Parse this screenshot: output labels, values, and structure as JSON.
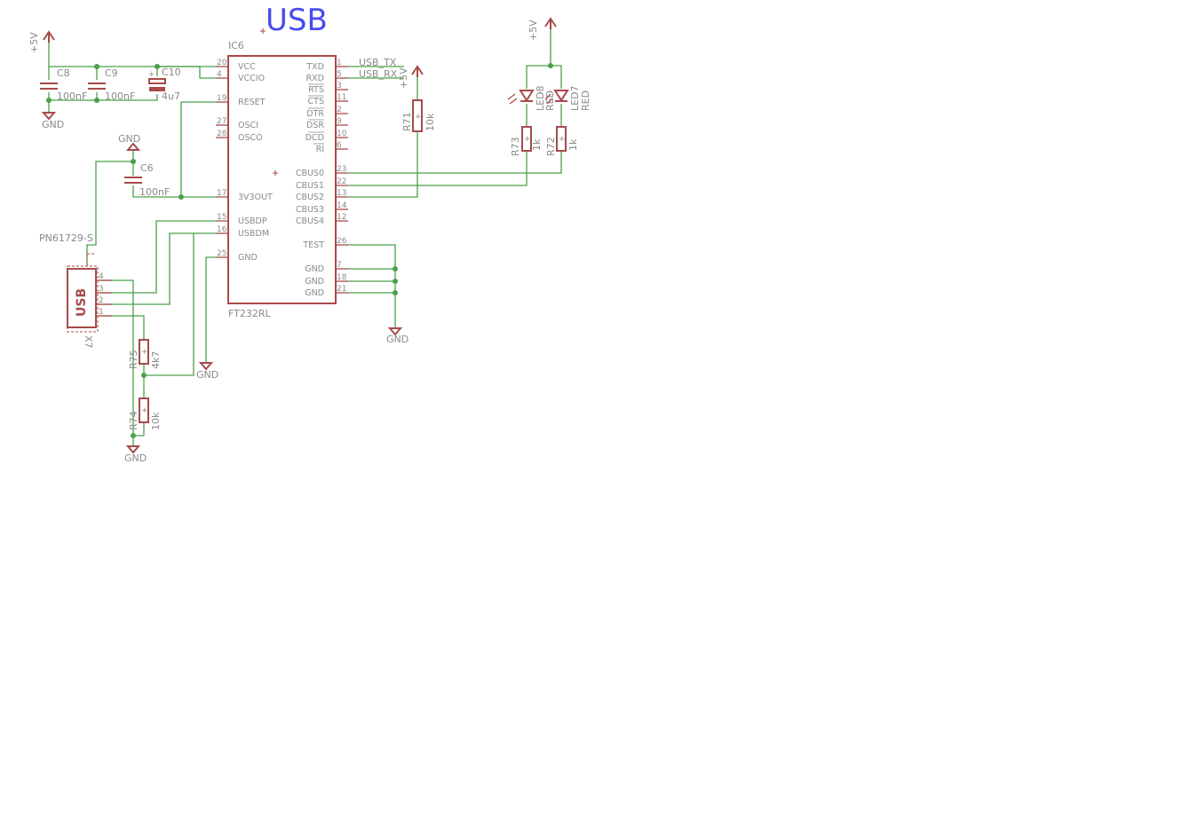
{
  "title": "USB",
  "ic": {
    "ref": "IC6",
    "value": "FT232RL",
    "left_pins": [
      {
        "num": "20",
        "name": "VCC"
      },
      {
        "num": "4",
        "name": "VCCIO"
      },
      {
        "num": "19",
        "name": "RESET"
      },
      {
        "num": "27",
        "name": "OSCI"
      },
      {
        "num": "28",
        "name": "OSCO"
      },
      {
        "num": "17",
        "name": "3V3OUT"
      },
      {
        "num": "15",
        "name": "USBDP"
      },
      {
        "num": "16",
        "name": "USBDM"
      },
      {
        "num": "25",
        "name": "GND"
      }
    ],
    "right_pins": [
      {
        "num": "1",
        "name": "TXD"
      },
      {
        "num": "5",
        "name": "RXD"
      },
      {
        "num": "3",
        "name": "RTS"
      },
      {
        "num": "11",
        "name": "CTS"
      },
      {
        "num": "2",
        "name": "DTR"
      },
      {
        "num": "9",
        "name": "DSR"
      },
      {
        "num": "10",
        "name": "DCD"
      },
      {
        "num": "6",
        "name": "RI"
      },
      {
        "num": "23",
        "name": "CBUS0"
      },
      {
        "num": "22",
        "name": "CBUS1"
      },
      {
        "num": "13",
        "name": "CBUS2"
      },
      {
        "num": "14",
        "name": "CBUS3"
      },
      {
        "num": "12",
        "name": "CBUS4"
      },
      {
        "num": "26",
        "name": "TEST"
      },
      {
        "num": "7",
        "name": "GND"
      },
      {
        "num": "18",
        "name": "GND"
      },
      {
        "num": "21",
        "name": "GND"
      }
    ]
  },
  "nets": {
    "usb_tx": "USB_TX",
    "usb_rx": "USB_RX"
  },
  "supplies": {
    "plus5v": "+5V",
    "gnd": "GND"
  },
  "capacitors": [
    {
      "ref": "C8",
      "value": "100nF"
    },
    {
      "ref": "C9",
      "value": "100nF"
    },
    {
      "ref": "C10",
      "value": "4u7"
    },
    {
      "ref": "C6",
      "value": "100nF"
    }
  ],
  "resistors": [
    {
      "ref": "R71",
      "value": "10k"
    },
    {
      "ref": "R73",
      "value": "1k"
    },
    {
      "ref": "R72",
      "value": "1k"
    },
    {
      "ref": "R75",
      "value": "4k7"
    },
    {
      "ref": "R74",
      "value": "10k"
    }
  ],
  "leds": [
    {
      "ref": "LED8",
      "value": "RED"
    },
    {
      "ref": "LED7",
      "value": "RED"
    }
  ],
  "connector": {
    "ref": "X7",
    "value": "PN61729-S",
    "label": "USB",
    "pins": [
      "4",
      "3",
      "2",
      "1"
    ]
  }
}
